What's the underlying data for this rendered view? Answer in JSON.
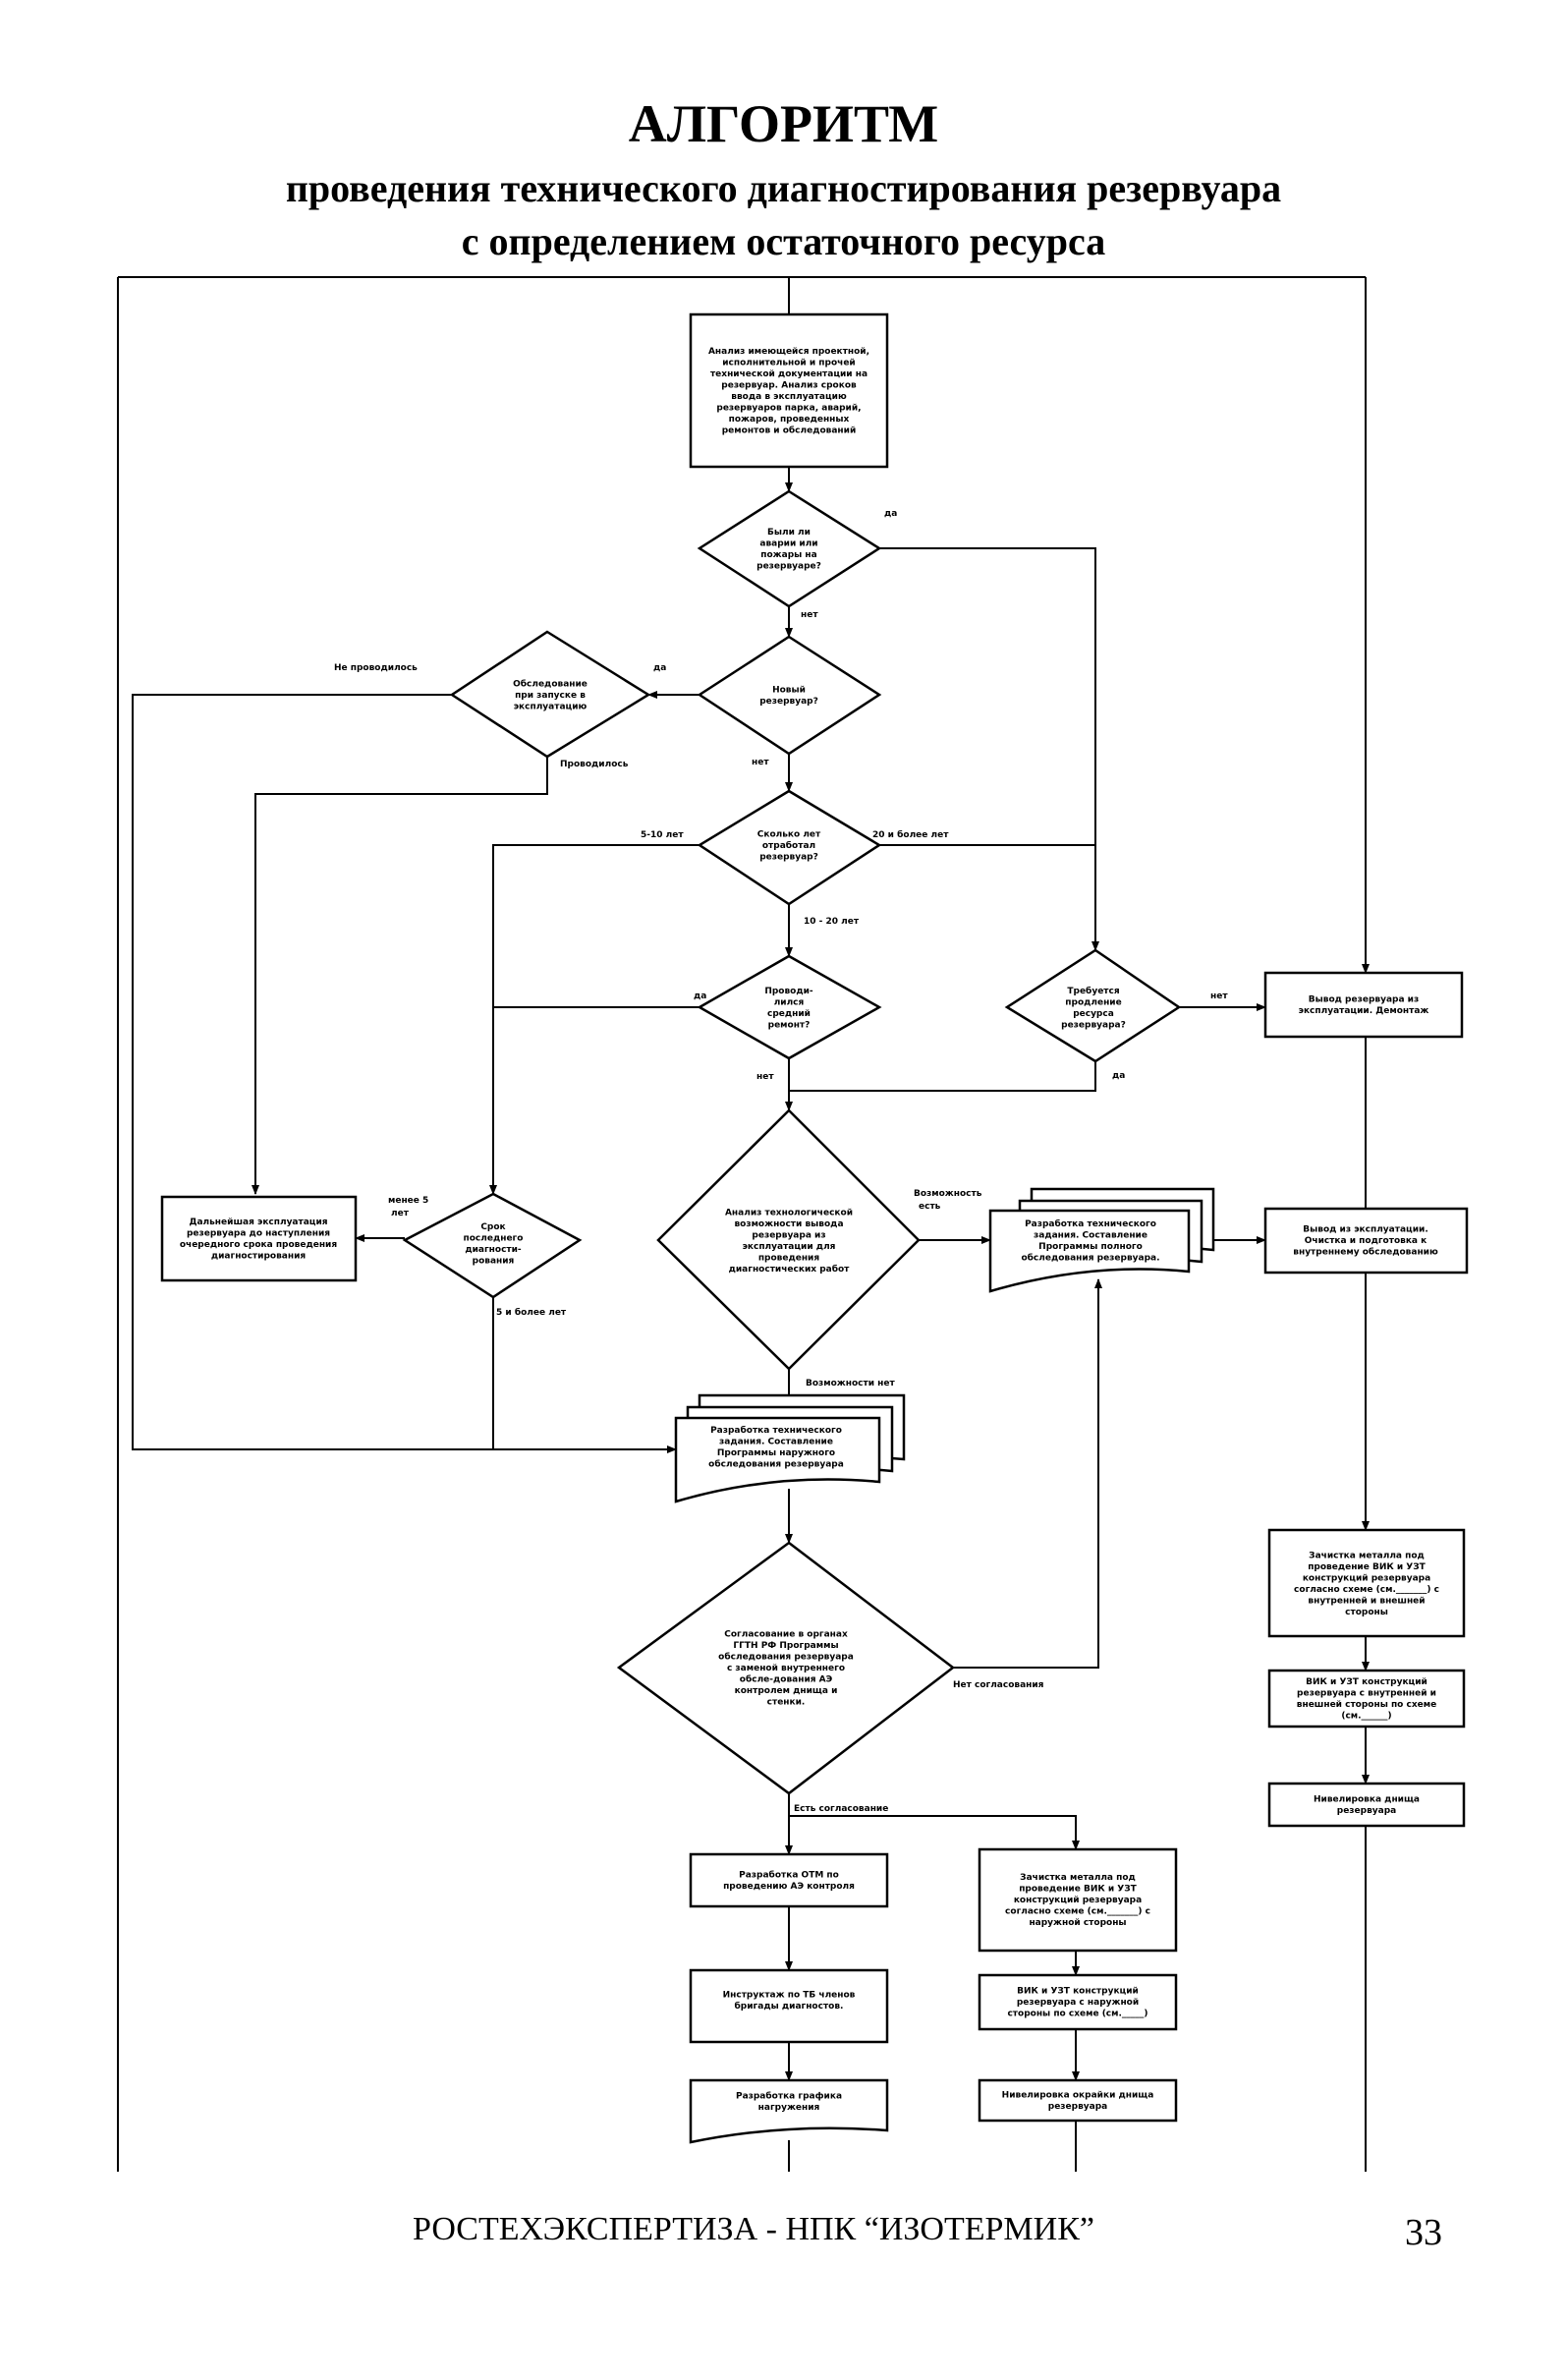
{
  "title": {
    "line1": "АЛГОРИТМ",
    "line2": "проведения технического диагностирования резервуара",
    "line3": "с определением остаточного ресурса"
  },
  "nodes": {
    "analysis_docs": [
      "Анализ имеющейся проектной,",
      "исполнительной и прочей",
      "технической документации на",
      "резервуар. Анализ сроков",
      "ввода в эксплуатацию",
      "резервуаров парка, аварий,",
      "пожаров, проведенных",
      "ремонтов и обследований"
    ],
    "accidents_q": [
      "Были ли",
      "аварии или",
      "пожары на",
      "резервуаре?"
    ],
    "new_tank_q": [
      "Новый",
      "резервуар?"
    ],
    "startup_exam_q": [
      "Обследование",
      "при запуске в",
      "эксплуатацию"
    ],
    "years_q": [
      "Сколько лет",
      "отработал",
      "резервуар?"
    ],
    "repair_q": [
      "Проводи-",
      "лился",
      "средний",
      "ремонт?"
    ],
    "extension_q": [
      "Требуется",
      "продление",
      "ресурса",
      "резервуара?"
    ],
    "decommission": [
      "Вывод резервуара из",
      "эксплуатации. Демонтаж"
    ],
    "last_diag_q": [
      "Срок",
      "последнего",
      "диагности-",
      "рования"
    ],
    "further_operation": [
      "Дальнейшая эксплуатация",
      "резервуара до наступления",
      "очередного срока проведения",
      "диагностирования"
    ],
    "tech_analysis_q": [
      "Анализ технологической",
      "возможности вывода",
      "резервуара из",
      "эксплуатации для",
      "проведения",
      "диагностических работ"
    ],
    "full_program": [
      "Разработка технического",
      "задания. Составление",
      "Программы полного",
      "обследования резервуара."
    ],
    "withdraw_clean": [
      "Вывод из эксплуатации.",
      "Очистка и подготовка к",
      "внутреннему обследованию"
    ],
    "external_program": [
      "Разработка технического",
      "задания. Составление",
      "Программы наружного",
      "обследования резервуара"
    ],
    "clean_metal_both": [
      "Зачистка металла под",
      "проведение ВИК и УЗТ",
      "конструкций резервуара",
      "согласно схеме (см._______) с",
      "внутренней и внешней",
      "стороны"
    ],
    "vik_both": [
      "ВИК и УЗТ конструкций",
      "резервуара с внутренней и",
      "внешней стороны по схеме",
      "(см.______)"
    ],
    "level_bottom": [
      "Нивелировка днища",
      "резервуара"
    ],
    "approval_q": [
      "Согласование в органах",
      "ГГТН РФ Программы",
      "обследования резервуара",
      "с заменой внутреннего",
      "обсле-дования АЭ",
      "контролем днища и",
      "стенки."
    ],
    "otm": [
      "Разработка ОТМ по",
      "проведению АЭ контроля"
    ],
    "clean_metal_out": [
      "Зачистка металла под",
      "проведение ВИК и УЗТ",
      "конструкций резервуара",
      "согласно схеме (см._______) с",
      "наружной стороны"
    ],
    "briefing": [
      "Инструктаж по ТБ членов",
      "бригады диагностов."
    ],
    "vik_out": [
      "ВИК и УЗТ конструкций",
      "резервуара с наружной",
      "стороны по схеме (см._____)"
    ],
    "load_schedule": [
      "Разработка графика",
      "нагружения"
    ],
    "level_edge": [
      "Нивелировка окрайки днища",
      "резервуара"
    ]
  },
  "labels": {
    "yes1": "да",
    "no1": "нет",
    "not_done": "Не проводилось",
    "yes2": "да",
    "done": "Проводилось",
    "no2": "нет",
    "years_5_10": "5-10 лет",
    "years_20": "20 и более лет",
    "years_10_20": "10 - 20 лет",
    "yes3": "да",
    "no3": "нет",
    "no4": "нет",
    "yes4": "да",
    "less5_a": "менее 5",
    "less5_b": "лет",
    "more5": "5 и более лет",
    "possible_a": "Возможность",
    "possible_b": "есть",
    "not_possible": "Возможности нет",
    "no_approval": "Нет согласования",
    "approved": "Есть согласование"
  },
  "footer": {
    "text": "РОСТЕХЭКСПЕРТИЗА - НПК “ИЗОТЕРМИК”",
    "page": "33"
  }
}
